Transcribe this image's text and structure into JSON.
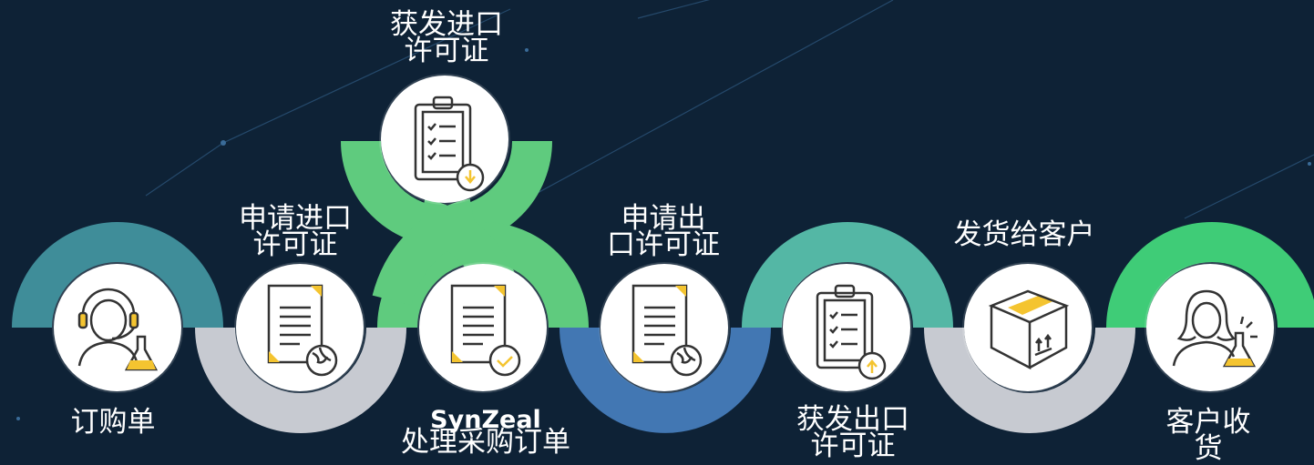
{
  "colors": {
    "background": "#0e2236",
    "teal": "#3f8d99",
    "gray": "#c7cad1",
    "green": "#5fcb7e",
    "blue": "#4277b3",
    "mint": "#54b7a5",
    "bright_green": "#3fcc77",
    "accent_yellow": "#f4c430"
  },
  "steps": [
    {
      "label": "订购单",
      "icon": "operator-with-flask-icon"
    },
    {
      "label": "申请进口\n许可证",
      "icon": "document-globe-icon"
    },
    {
      "label": "获发进口\n许可证",
      "icon": "clipboard-download-icon"
    },
    {
      "brand": "SynZeal",
      "label": "处理采购订单",
      "icon": "document-check-icon"
    },
    {
      "label": "申请出\n口许可证",
      "icon": "document-globe-icon"
    },
    {
      "label": "获发出口\n许可证",
      "icon": "clipboard-upload-icon"
    },
    {
      "label": "发货给客户",
      "icon": "shipping-box-icon"
    },
    {
      "label": "客户收货",
      "icon": "customer-with-flask-icon"
    }
  ]
}
